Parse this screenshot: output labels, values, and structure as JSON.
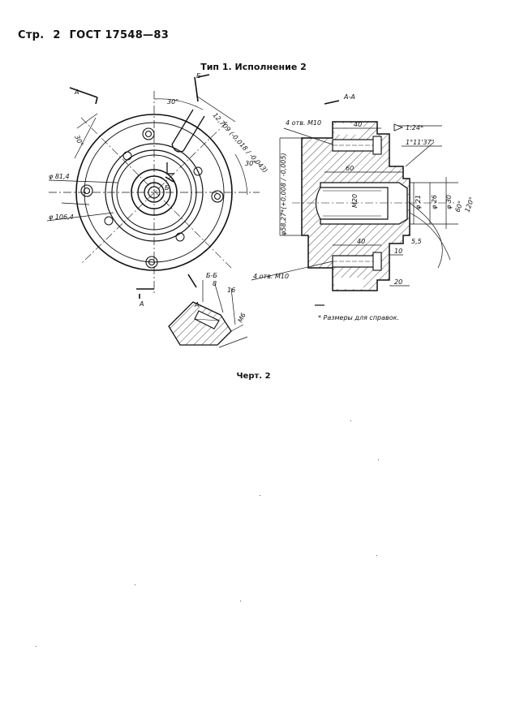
{
  "header": {
    "page_prefix": "Стр.",
    "page_number": "2",
    "standard": "ГОСТ 17548—83"
  },
  "title": "Тип 1. Исполнение 2",
  "caption": "Черт. 2",
  "front_view": {
    "labels": {
      "angle_top": "30°",
      "slot_dim": "12,709 (-0,018 / -0,043)",
      "angle_side": "30°",
      "dia_inner": "φ 81,4",
      "dia_outer": "φ 106,4",
      "angle_left": "30°",
      "cut_a_top": "А",
      "cut_a_bottom": "А",
      "cut_b_top": "Б",
      "cut_b_center": "Б"
    }
  },
  "section_aa": {
    "title": "А-А",
    "labels": {
      "holes_top": "4 отв. М10",
      "holes_bottom": "4 отв. М10",
      "dim_40_top": "40",
      "dim_40_bottom": "40",
      "dim_60": "60",
      "taper": "1:24*",
      "angle_small": "1°11'37\"",
      "dia_main": "φ58,27*(+0,008 / -0,005)",
      "thread": "М20",
      "dia_21": "φ 21",
      "dia_26": "φ 26",
      "dia_30": "φ 30",
      "angle_60": "60°",
      "angle_120": "120°",
      "dim_5_5": "5,5",
      "dim_10": "10",
      "dim_20": "20"
    }
  },
  "section_bb": {
    "title": "Б-Б",
    "labels": {
      "dim_8": "8",
      "dim_16": "16",
      "thread": "М6",
      "mark_a": "А"
    }
  },
  "note": "* Размеры для справок."
}
